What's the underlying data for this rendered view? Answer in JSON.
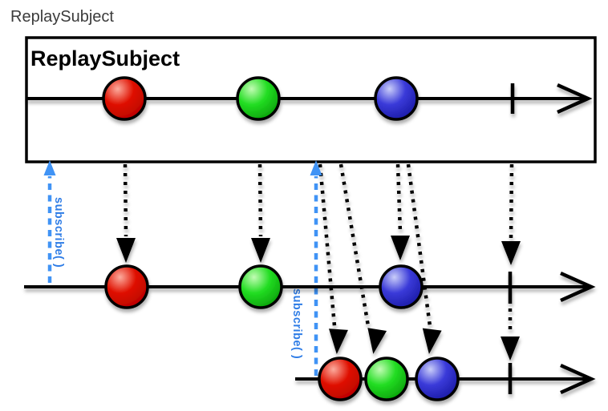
{
  "page": {
    "title": "ReplaySubject"
  },
  "diagram": {
    "box_title": "ReplaySubject",
    "colors": {
      "marble_red": "#df1000",
      "marble_red_highlight": "#fcab9d",
      "marble_red_edge": "#b30000",
      "marble_green": "#22dd22",
      "marble_green_highlight": "#c2fcb4",
      "marble_green_edge": "#089908",
      "marble_blue": "#3a3ad9",
      "marble_blue_highlight": "#c9cdf9",
      "marble_blue_edge": "#16169f",
      "subscribe_line": "#4093f5",
      "subscribe_text": "#2f7de6",
      "stroke": "#000000"
    },
    "source_timeline": {
      "events": [
        "red",
        "green",
        "blue"
      ],
      "complete": true
    },
    "subscribers": [
      {
        "label": "subscribe( )",
        "received_events": [
          "red",
          "green",
          "blue"
        ],
        "complete": true
      },
      {
        "label": "subscribe( )",
        "received_events": [
          "red",
          "green",
          "blue"
        ],
        "complete": true
      }
    ]
  }
}
